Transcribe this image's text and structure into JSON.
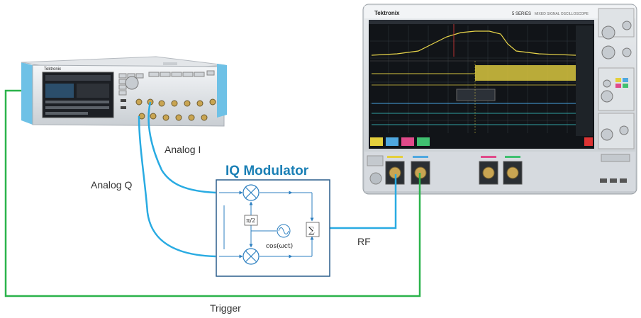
{
  "labels": {
    "analog_i": "Analog I",
    "analog_q": "Analog Q",
    "rf": "RF",
    "trigger": "Trigger",
    "modulator_title": "IQ Modulator",
    "phase_shift": "π/2",
    "oscillator": "cos(ωct)",
    "summer": "∑"
  },
  "generator": {
    "brand": "Tektronix"
  },
  "scope": {
    "brand": "Tektronix",
    "series": "5 SERIES",
    "series_sub": "MIXED SIGNAL OSCILLOSCOPE"
  },
  "colors": {
    "analog": "#29abe2",
    "rf": "#29abe2",
    "trigger": "#2bb34b",
    "modulator_border": "#2a5d8c",
    "modulator_title": "#1a7fb5",
    "modulator_lines": "#2c7fc0"
  }
}
